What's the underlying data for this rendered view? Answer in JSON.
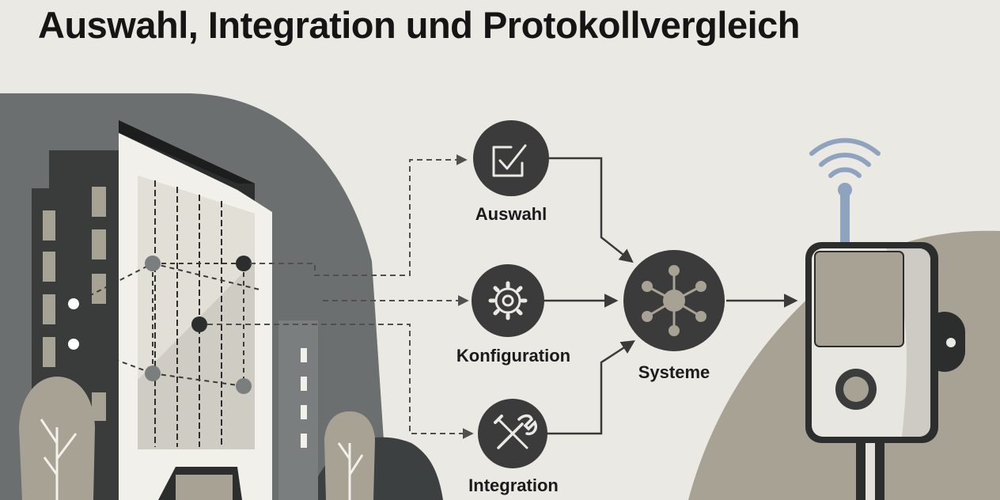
{
  "title": "Auswahl, Integration und Protokollvergleich",
  "steps": [
    {
      "label": "Auswahl",
      "icon": "checklist-icon"
    },
    {
      "label": "Konfiguration",
      "icon": "gear-icon"
    },
    {
      "label": "Integration",
      "icon": "tools-icon"
    }
  ],
  "hub": {
    "label": "Systeme",
    "icon": "network-hub-icon"
  },
  "device": {
    "icon": "wifi-signal-icon"
  },
  "colors": {
    "background": "#ebe9e3",
    "dark_node": "#3b3b3b",
    "hill_gray": "#6b6f70",
    "taupe": "#a8a295",
    "wifi_blue": "#8ea3bd"
  }
}
